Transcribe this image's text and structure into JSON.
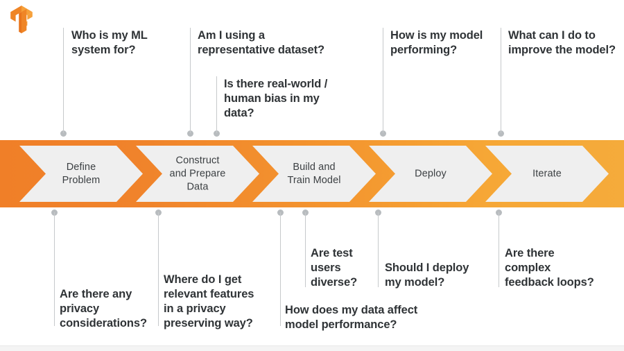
{
  "logo": {
    "name": "tensorflow-logo",
    "colors": {
      "light": "#f6a03a",
      "mid": "#ef8326",
      "dark": "#e8741c"
    }
  },
  "theme": {
    "band_gradient_start": "#f07f28",
    "band_gradient_end": "#f5ab3b",
    "chevron_fill": "#efefef",
    "chevron_text": "#3c4043",
    "question_text": "#2f3336",
    "connector_line": "#c6c9cb",
    "connector_dot": "#b8bcbf",
    "page_background": "#ffffff"
  },
  "pipeline": {
    "name": "ml-workflow-pipeline",
    "stages": [
      {
        "id": "define-problem",
        "label": "Define\nProblem"
      },
      {
        "id": "construct-and-prepare-data",
        "label": "Construct\nand Prepare\nData"
      },
      {
        "id": "build-and-train-model",
        "label": "Build and\nTrain Model"
      },
      {
        "id": "deploy",
        "label": "Deploy"
      },
      {
        "id": "iterate",
        "label": "Iterate"
      }
    ]
  },
  "questions_above": [
    {
      "id": "who-is-my-ml-system-for",
      "text": "Who is my ML\nsystem for?"
    },
    {
      "id": "am-i-using-a-representative-dataset",
      "text": "Am I using a\nrepresentative dataset?"
    },
    {
      "id": "is-there-real-world-human-bias",
      "text": "Is there real-world /\nhuman bias in my\ndata?"
    },
    {
      "id": "how-is-my-model-performing",
      "text": "How is my model\nperforming?"
    },
    {
      "id": "what-can-i-do-to-improve-the-model",
      "text": "What can I do to\nimprove the model?"
    }
  ],
  "questions_below": [
    {
      "id": "are-there-any-privacy-considerations",
      "text": "Are there any\nprivacy\nconsiderations?"
    },
    {
      "id": "where-do-i-get-relevant-features",
      "text": "Where do I get\nrelevant features\nin a privacy\npreserving way?"
    },
    {
      "id": "how-does-my-data-affect-model-performance",
      "text": "How does my data affect\nmodel performance?"
    },
    {
      "id": "are-test-users-diverse",
      "text": "Are test\nusers\ndiverse?"
    },
    {
      "id": "should-i-deploy-my-model",
      "text": "Should I deploy\nmy model?"
    },
    {
      "id": "are-there-complex-feedback-loops",
      "text": "Are there\ncomplex\nfeedback loops?"
    }
  ]
}
